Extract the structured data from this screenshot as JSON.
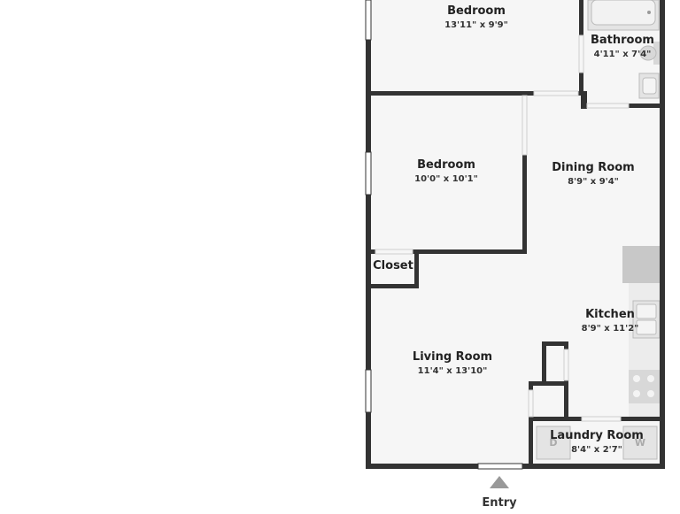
{
  "colors": {
    "wall": "#333333",
    "floor": "#f6f6f6",
    "fixture": "#c8c8c8",
    "fixture_light": "#e4e4e4",
    "window": "#ffffff",
    "background": "#ffffff"
  },
  "rooms": {
    "bedroom_top": {
      "name": "Bedroom",
      "dims": "13'11\" x 9'9\""
    },
    "bathroom": {
      "name": "Bathroom",
      "dims": "4'11\" x 7'4\""
    },
    "bedroom_mid": {
      "name": "Bedroom",
      "dims": "10'0\" x 10'1\""
    },
    "dining": {
      "name": "Dining Room",
      "dims": "8'9\" x 9'4\""
    },
    "closet": {
      "name": "Closet"
    },
    "kitchen": {
      "name": "Kitchen",
      "dims": "8'9\" x 11'2\""
    },
    "living": {
      "name": "Living Room",
      "dims": "11'4\" x 13'10\""
    },
    "laundry": {
      "name": "Laundry Room",
      "dims": "8'4\" x 2'7\""
    }
  },
  "appliances": {
    "dryer": "D",
    "washer": "W"
  },
  "entry": {
    "label": "Entry"
  },
  "icons": [
    "bathtub-icon",
    "toilet-icon",
    "bathroom-sink-icon",
    "kitchen-sink-icon",
    "stove-icon",
    "fridge-icon",
    "entry-arrow-icon"
  ]
}
